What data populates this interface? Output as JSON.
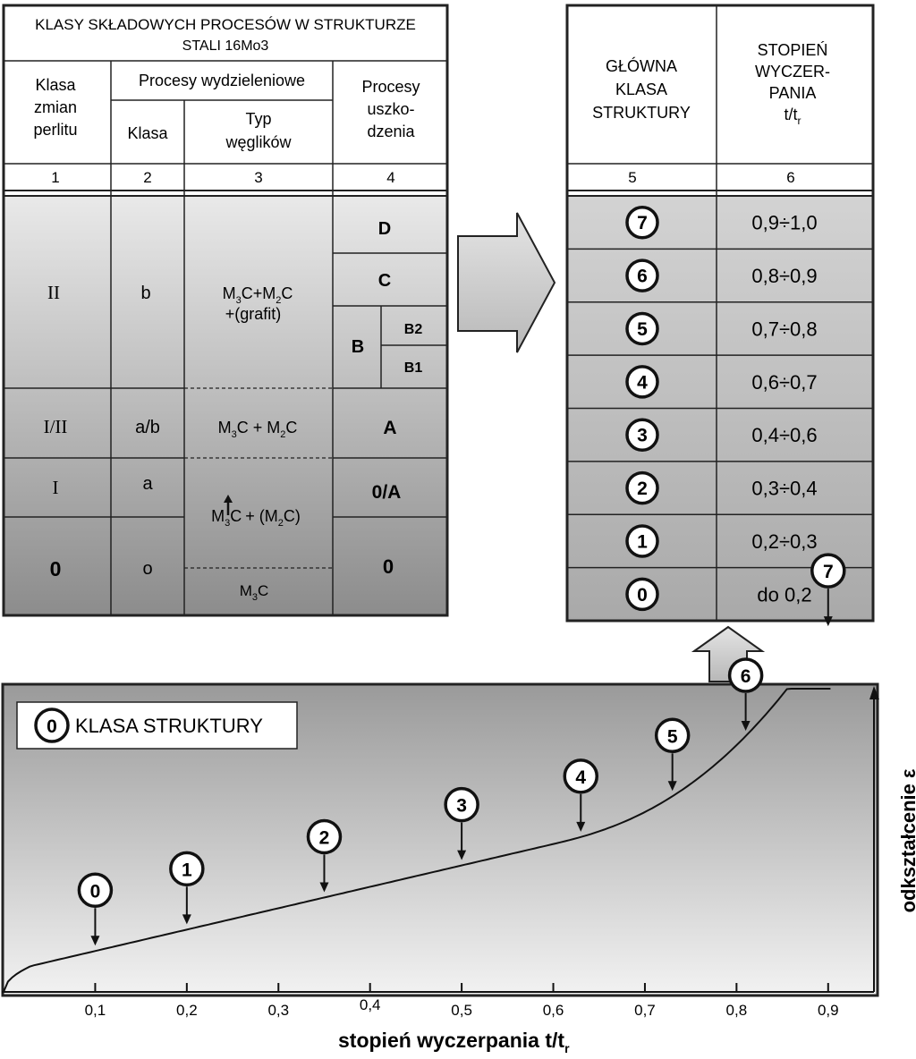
{
  "left_table": {
    "title_line1": "KLASY SKŁADOWYCH PROCESÓW W STRUKTURZE",
    "title_line2": "STALI 16Mo3",
    "col1_header": [
      "Klasa",
      "zmian",
      "perlitu"
    ],
    "precipitation_header": "Procesy wydzieleniowe",
    "col2_header": "Klasa",
    "col3_header": [
      "Typ",
      "węglików"
    ],
    "col4_header": [
      "Procesy",
      "uszko-",
      "dzenia"
    ],
    "col_numbers": [
      "1",
      "2",
      "3",
      "4"
    ],
    "pearlite_classes": [
      "II",
      "I/II",
      "I",
      "0"
    ],
    "precipitation_classes": [
      "b",
      "a/b",
      "a",
      "o"
    ],
    "carbide_main": "+(grafit)",
    "damage_classes": [
      "D",
      "C",
      "B",
      "B2",
      "B1",
      "A",
      "0/A",
      "0"
    ]
  },
  "right_table": {
    "header_col5": [
      "GŁÓWNA",
      "KLASA",
      "STRUKTURY"
    ],
    "header_col6": [
      "STOPIEŃ",
      "WYCZER-",
      "PANIA"
    ],
    "header_col6_symbol": "t/t",
    "header_col6_sub": "r",
    "col_numbers": [
      "5",
      "6"
    ],
    "rows": [
      {
        "class": "7",
        "degree": "0,9÷1,0"
      },
      {
        "class": "6",
        "degree": "0,8÷0,9"
      },
      {
        "class": "5",
        "degree": "0,7÷0,8"
      },
      {
        "class": "4",
        "degree": "0,6÷0,7"
      },
      {
        "class": "3",
        "degree": "0,4÷0,6"
      },
      {
        "class": "2",
        "degree": "0,3÷0,4"
      },
      {
        "class": "1",
        "degree": "0,2÷0,3"
      },
      {
        "class": "0",
        "degree": "do 0,2"
      }
    ]
  },
  "chart_data": {
    "type": "line",
    "legend_symbol": "0",
    "legend_label": "KLASA STRUKTURY",
    "xlabel_main": "stopień wyczerpania  t/t",
    "xlabel_sub": "r",
    "ylabel": "odkształcenie ε",
    "x_ticks": [
      "0,1",
      "0,2",
      "0,3",
      "0,4",
      "0,5",
      "0,6",
      "0,7",
      "0,8",
      "0,9"
    ],
    "markers": [
      {
        "label": "0",
        "x": 0.1
      },
      {
        "label": "1",
        "x": 0.2
      },
      {
        "label": "2",
        "x": 0.35
      },
      {
        "label": "3",
        "x": 0.5
      },
      {
        "label": "4",
        "x": 0.63
      },
      {
        "label": "5",
        "x": 0.73
      },
      {
        "label": "6",
        "x": 0.81
      },
      {
        "label": "7",
        "x": 0.9
      }
    ],
    "grid": false
  }
}
